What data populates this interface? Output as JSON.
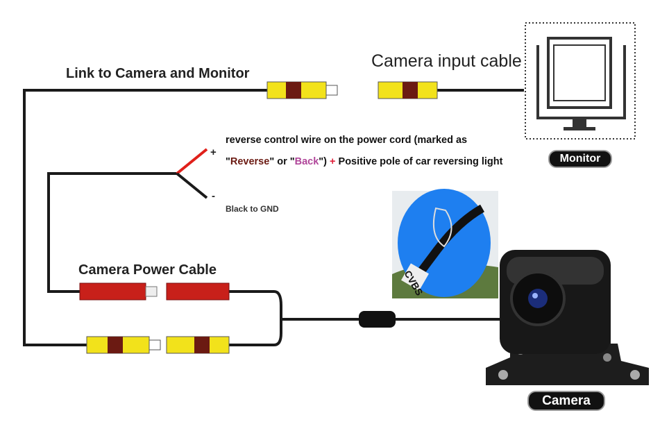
{
  "labels": {
    "link": "Link to Camera and Monitor",
    "camera_input": "Camera input cable",
    "power_cable": "Camera Power Cable",
    "reverse_line1": "reverse control wire on the power cord (marked as",
    "reverse_line2_a": "\"",
    "reverse_word": "Reverse",
    "reverse_line2_b": "\" or \"",
    "back_word": "Back",
    "reverse_line2_c": "\") ",
    "plus_sign": "+",
    "reverse_line2_d": " Positive pole of car reversing light",
    "plus": "+",
    "minus": "-",
    "gnd": "Black to GND",
    "monitor": "Monitor",
    "camera": "Camera",
    "cvbs": "CVBS"
  },
  "colors": {
    "rca_yellow": "#f2e21b",
    "rca_band": "#6b1a12",
    "power_red": "#c8201a",
    "wire": "#1a1a1a",
    "photo_blue": "#1e7ff0",
    "back_pink": "#b0469a",
    "plus_red": "#e0203a"
  }
}
